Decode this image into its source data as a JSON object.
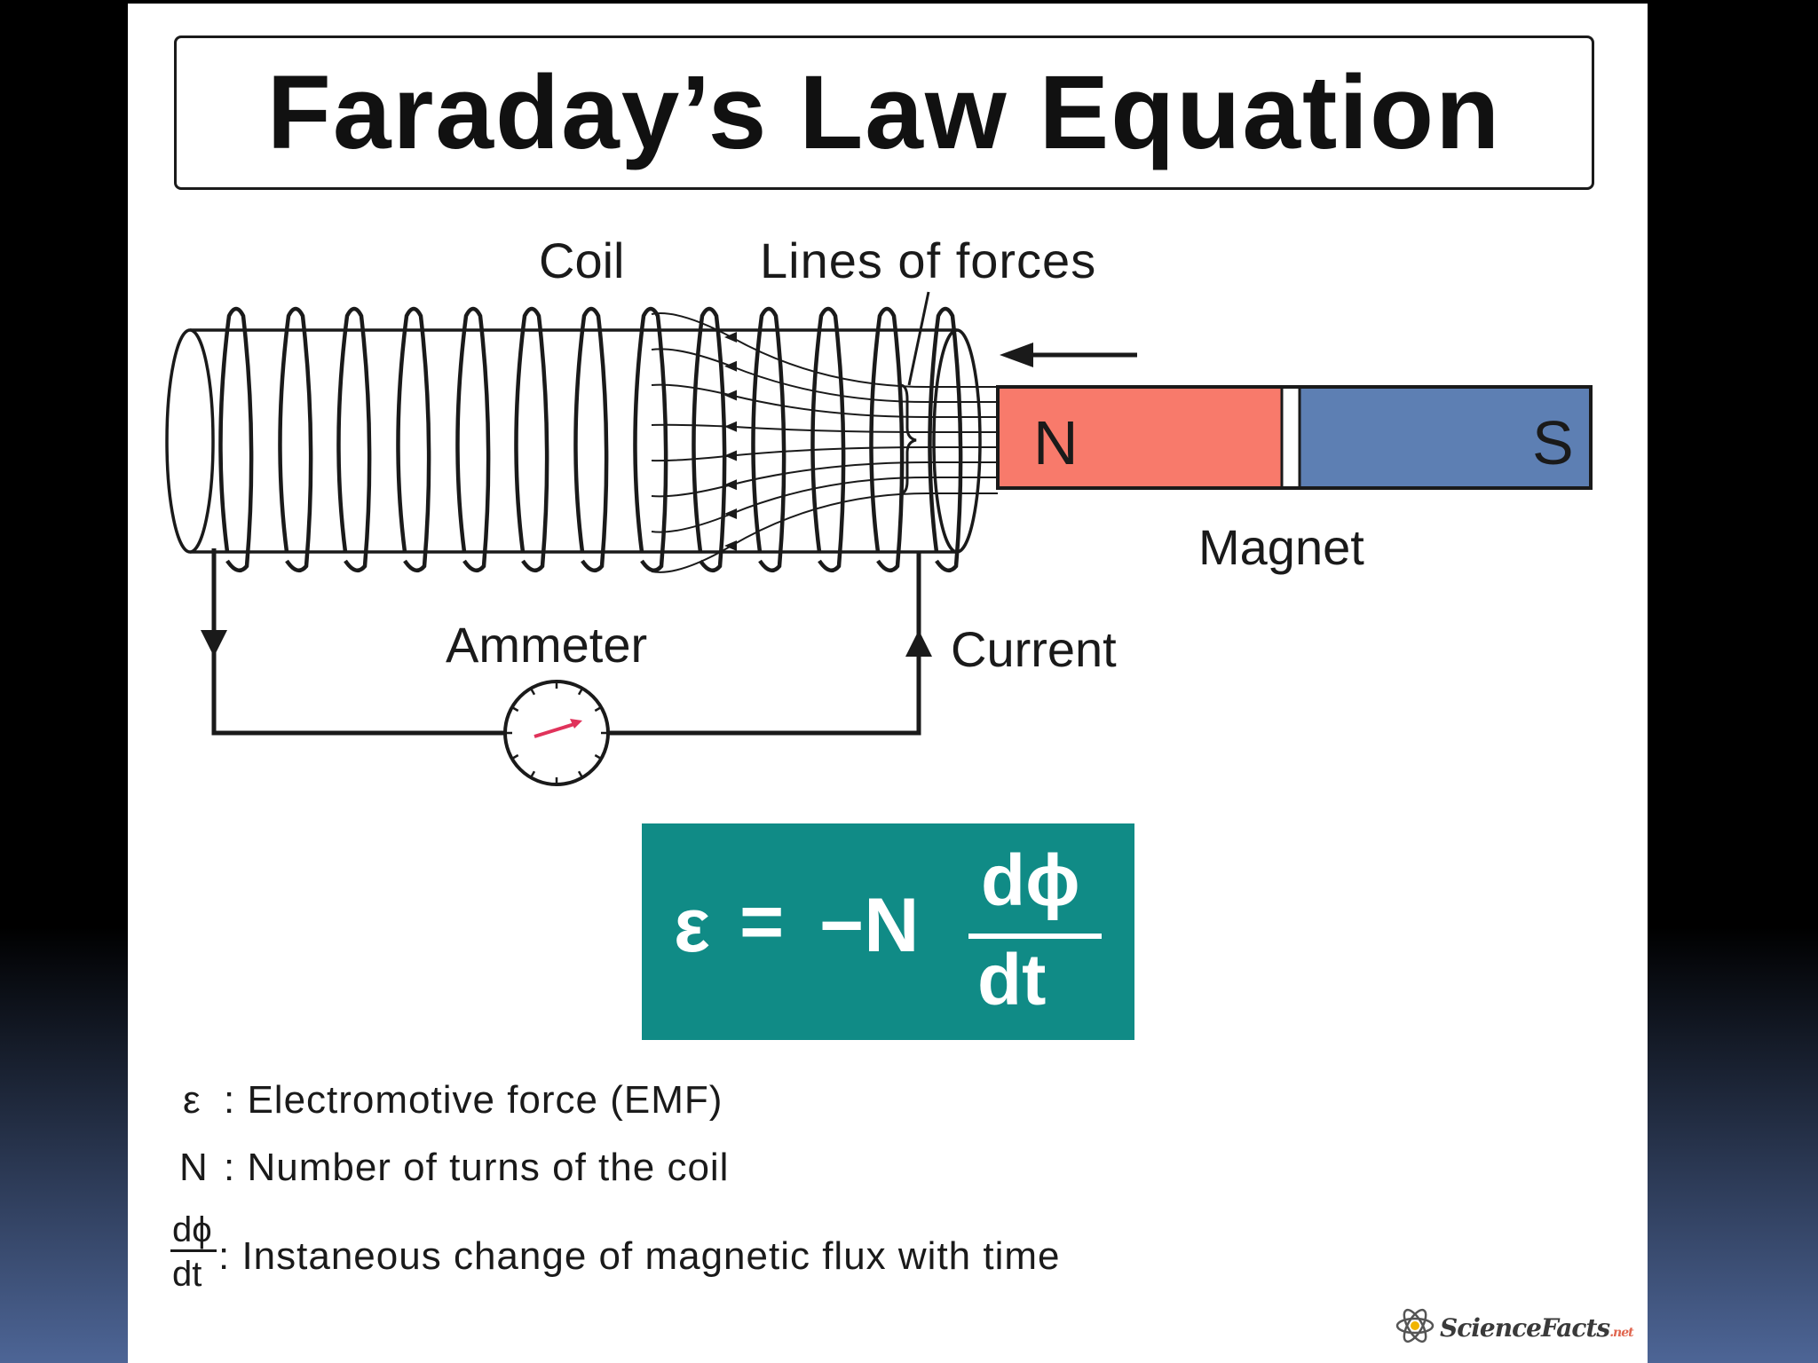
{
  "title": "Faraday’s Law Equation",
  "labels": {
    "coil": "Coil",
    "lines_of_forces": "Lines of forces",
    "magnet": "Magnet",
    "ammeter": "Ammeter",
    "current": "Current",
    "north": "N",
    "south": "S"
  },
  "equation": {
    "lhs": "ε",
    "equals": "=",
    "rhs_prefix": "−N",
    "numerator": "dϕ",
    "denominator": "dt"
  },
  "legend": [
    {
      "symbol": "ε",
      "description": ": Electromotive force (EMF)"
    },
    {
      "symbol": "N",
      "description": ": Number of turns of the coil"
    },
    {
      "symbol_numerator": "dϕ",
      "symbol_denominator": "dt",
      "description": ": Instaneous change of magnetic flux with time"
    }
  ],
  "logo": {
    "text": "ScienceFacts",
    "suffix": ".net",
    "icon": "atom-icon"
  },
  "colors": {
    "magnet_north": "#f87a6b",
    "magnet_south": "#5d7fb3",
    "equation_bg": "#108b86",
    "needle": "#e0335b"
  }
}
